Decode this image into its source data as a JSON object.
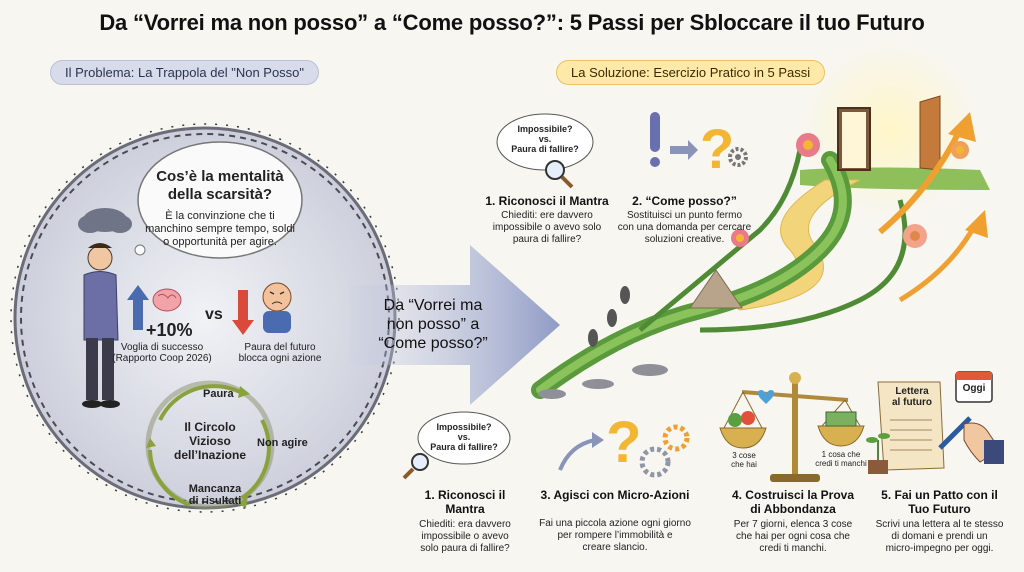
{
  "title": "Da “Vorrei ma non posso” a “Come posso?”: 5 Passi per Sbloccare il tuo Futuro",
  "problem": {
    "pill": "Il Problema: La Trappola del \"Non Posso\"",
    "heading_line1": "Cos’è la mentalità",
    "heading_line2": "della scarsità?",
    "desc_line1": "È la convinzione che ti",
    "desc_line2": "manchino sempre tempo, soldi",
    "desc_line3": "o opportunità per agire.",
    "stat_value": "+10%",
    "stat_label": "Voglia di successo",
    "stat_source": "(Rapporto Coop 2026)",
    "vs": "vs",
    "fear_line1": "Paura del futuro",
    "fear_line2": "blocca ogni azione",
    "cycle_title_1": "Il Circolo",
    "cycle_title_2": "Vizioso",
    "cycle_title_3": "dell’Inazione",
    "cycle_fear": "Paura",
    "cycle_noact": "Non agire",
    "cycle_lack_1": "Mancanza",
    "cycle_lack_2": "di risultati"
  },
  "arrow": {
    "line1": "Da “Vorrei ma",
    "line2": "non posso” a",
    "line3": "“Come posso?”"
  },
  "solution": {
    "pill": "La Soluzione: Esercizio Pratico in 5 Passi",
    "bubble_top_1": "Impossibile?",
    "bubble_top_2": "vs.",
    "bubble_top_3": "Paura di fallire?",
    "step1_title": "1. Riconosci il Mantra",
    "step1_desc_1": "Chiediti: ere davvero",
    "step1_desc_2": "impossibile o avevo solo",
    "step1_desc_3": "paura di fallire?",
    "step2_title": "2. “Come posso?”",
    "step2_desc_1": "Sostituisci un punto fermo",
    "step2_desc_2": "con una domanda per cercare",
    "step2_desc_3": "soluzioni creative.",
    "bubble_bottom_1": "Impossibile?",
    "bubble_bottom_2": "vs.",
    "bubble_bottom_3": "Paura di fallire?",
    "b1_title_1": "1. Riconosci il",
    "b1_title_2": "Mantra",
    "b1_desc_1": "Chiediti: era davvero",
    "b1_desc_2": "impossibile o avevo",
    "b1_desc_3": "solo paura di fallire?",
    "step3_title": "3. Agisci con Micro-Azioni",
    "step3_desc_1": "Fai una piccola azione ogni giorno",
    "step3_desc_2": "per rompere l’immobilità e",
    "step3_desc_3": "creare slancio.",
    "scale_left_1": "3 cose",
    "scale_left_2": "che hai",
    "scale_right_1": "1 cosa che",
    "scale_right_2": "credi ti manchi",
    "step4_title_1": "4. Costruisci la Prova",
    "step4_title_2": "di Abbondanza",
    "step4_desc_1": "Per 7 giorni, elenca 3 cose",
    "step4_desc_2": "che hai per ogni cosa che",
    "step4_desc_3": "credi ti manchi.",
    "letter_1": "Lettera",
    "letter_2": "al futuro",
    "calendar": "Oggi",
    "step5_title_1": "5. Fai un Patto con il",
    "step5_title_2": "Tuo Futuro",
    "step5_desc_1": "Scrivi una lettera al te stesso",
    "step5_desc_2": "di domani e prendi un",
    "step5_desc_3": "micro-impegno per oggi."
  },
  "colors": {
    "thorn": "#4a4a52",
    "vine": "#5a9a3c",
    "path": "#f2d47a",
    "accent_orange": "#f0a030",
    "question_yellow": "#f2b632",
    "arrow_gray": "#9aa3c4"
  }
}
